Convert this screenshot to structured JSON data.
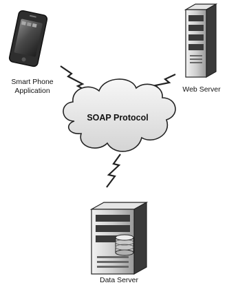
{
  "diagram": {
    "cloud": {
      "label": "SOAP Protocol"
    },
    "nodes": {
      "phone": {
        "line1": "Smart Phone",
        "line2": "Application"
      },
      "web": {
        "label": "Web Server"
      },
      "data": {
        "label": "Data Server"
      }
    },
    "links": [
      {
        "from": "phone",
        "to": "cloud"
      },
      {
        "from": "web",
        "to": "cloud"
      },
      {
        "from": "cloud",
        "to": "data"
      }
    ],
    "colors": {
      "stroke": "#222222",
      "device_dark": "#2e2e2e",
      "device_light": "#bdbdbd",
      "cloud_fill": "#e2e2e2"
    }
  }
}
